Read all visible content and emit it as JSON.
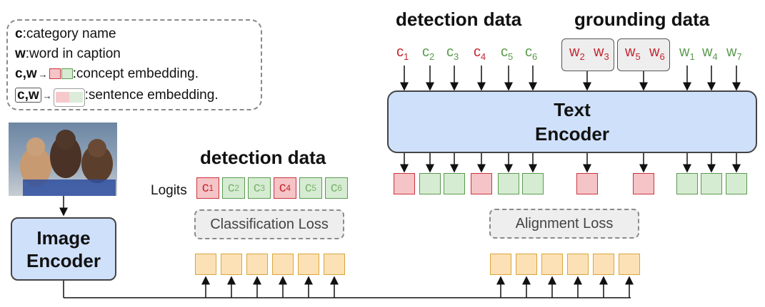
{
  "legend": {
    "c_key": "c",
    "c_desc": ":category name",
    "w_key": "w",
    "w_desc": ":word in caption",
    "cw_key": "c,w",
    "concept_desc": ":concept embedding.",
    "sentence_desc": ":sentence embedding."
  },
  "top_detection_title": "detection data",
  "top_grounding_title": "grounding data",
  "detection_tokens": [
    {
      "base": "c",
      "sub": "1",
      "color": "red"
    },
    {
      "base": "c",
      "sub": "2",
      "color": "green"
    },
    {
      "base": "c",
      "sub": "3",
      "color": "green"
    },
    {
      "base": "c",
      "sub": "4",
      "color": "red"
    },
    {
      "base": "c",
      "sub": "5",
      "color": "green"
    },
    {
      "base": "c",
      "sub": "6",
      "color": "green"
    }
  ],
  "grounding_groups": [
    [
      {
        "base": "w",
        "sub": "2"
      },
      {
        "base": "w",
        "sub": "3"
      }
    ],
    [
      {
        "base": "w",
        "sub": "5"
      },
      {
        "base": "w",
        "sub": "6"
      }
    ]
  ],
  "grounding_words": [
    {
      "base": "w",
      "sub": "1"
    },
    {
      "base": "w",
      "sub": "4"
    },
    {
      "base": "w",
      "sub": "7"
    }
  ],
  "text_encoder": {
    "line1": "Text",
    "line2": "Encoder"
  },
  "image_encoder": {
    "line1": "Image",
    "line2": "Encoder"
  },
  "bottom_detection_title": "detection data",
  "logits_label": "Logits",
  "logits": [
    {
      "base": "c",
      "sub": "1",
      "color": "red"
    },
    {
      "base": "c",
      "sub": "2",
      "color": "green"
    },
    {
      "base": "c",
      "sub": "3",
      "color": "green"
    },
    {
      "base": "c",
      "sub": "4",
      "color": "red"
    },
    {
      "base": "c",
      "sub": "5",
      "color": "green"
    },
    {
      "base": "c",
      "sub": "6",
      "color": "green"
    }
  ],
  "classification_loss": "Classification Loss",
  "alignment_loss": "Alignment Loss",
  "text_embedding_colors": [
    "red",
    "green",
    "green",
    "red",
    "green",
    "green",
    "red",
    "red",
    "green",
    "green",
    "green"
  ],
  "colors": {
    "red": "#c4262f",
    "green": "#5a9a4c",
    "encoder": "#cfe0fb",
    "orange": "#fde1b6"
  }
}
